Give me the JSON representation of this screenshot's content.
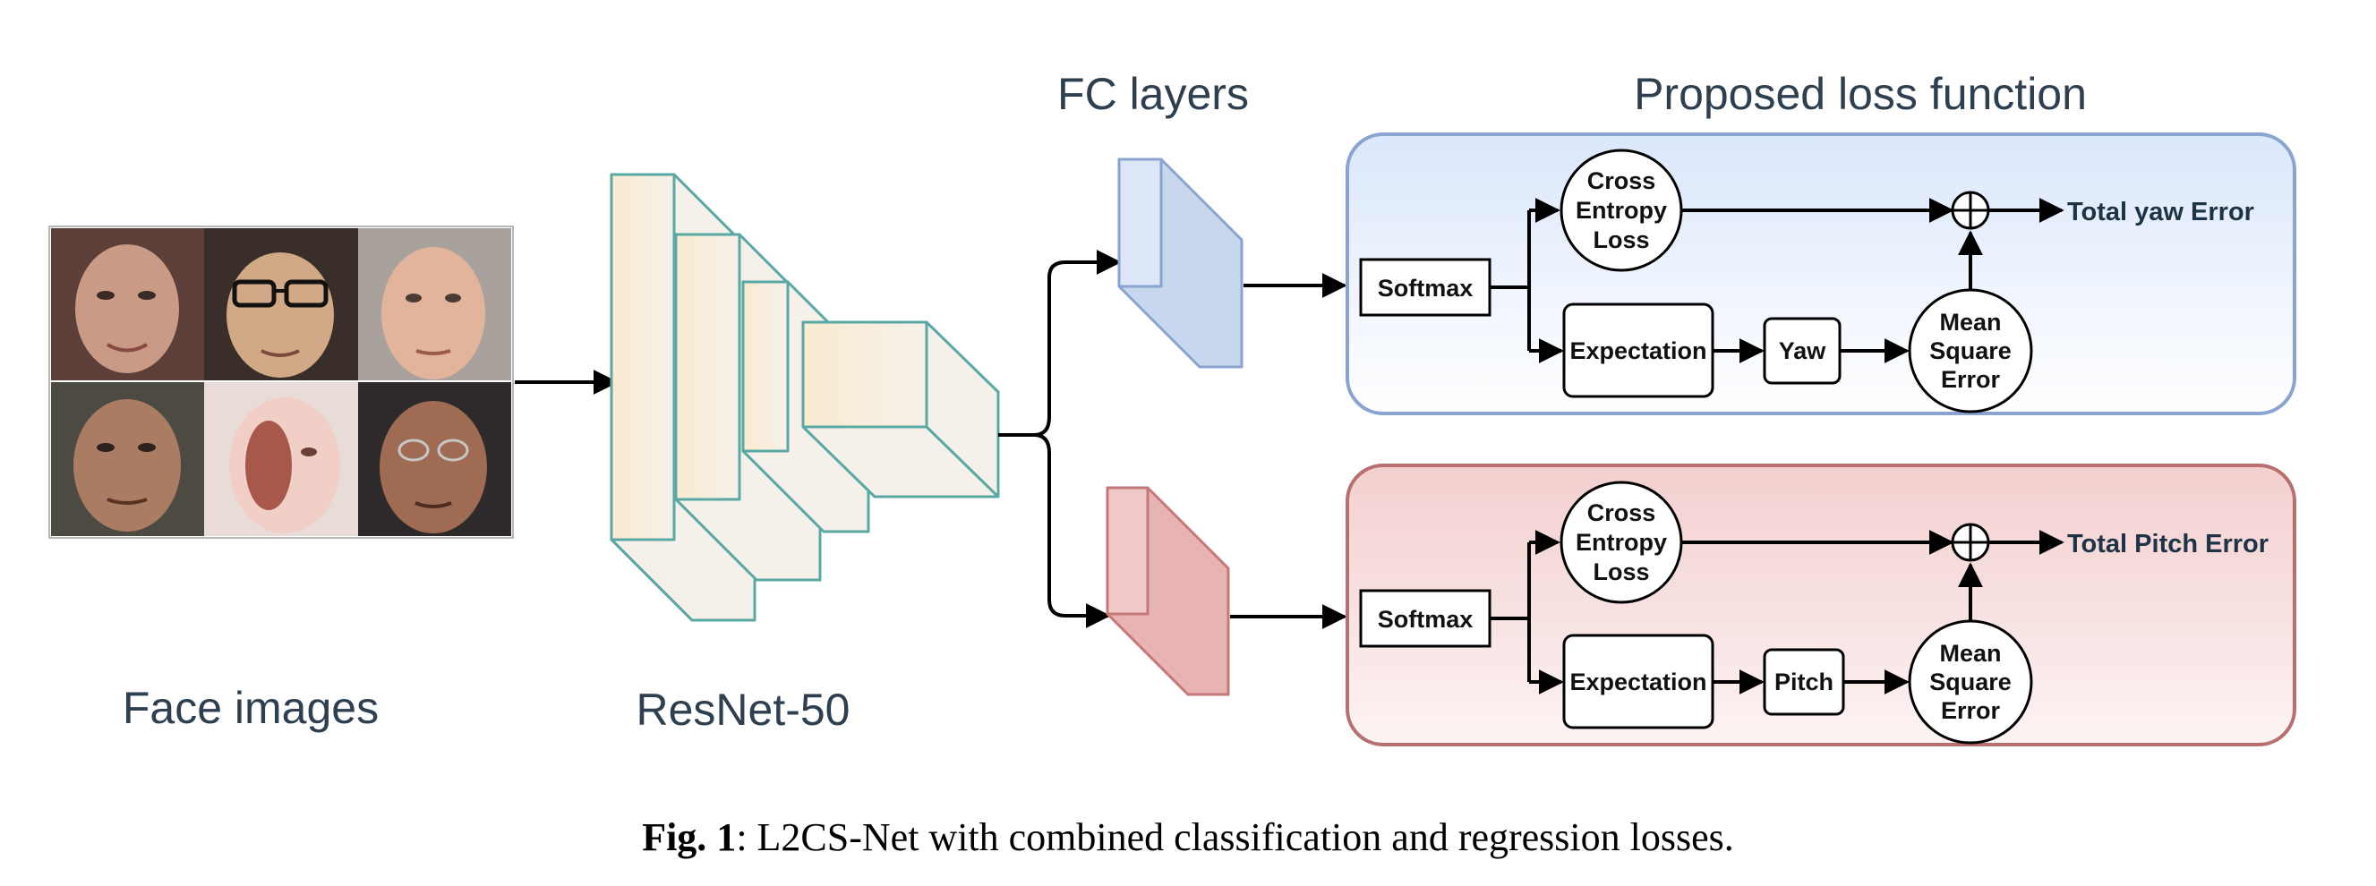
{
  "section_labels": {
    "face_images": "Face images",
    "backbone": "ResNet-50",
    "fc_layers": "FC layers",
    "loss": "Proposed loss function"
  },
  "yaw_branch": {
    "softmax": "Softmax",
    "ce_line1": "Cross",
    "ce_line2": "Entropy",
    "ce_line3": "Loss",
    "expectation": "Expectation",
    "angle": "Yaw",
    "mse_line1": "Mean",
    "mse_line2": "Square",
    "mse_line3": "Error",
    "output": "Total yaw Error"
  },
  "pitch_branch": {
    "softmax": "Softmax",
    "ce_line1": "Cross",
    "ce_line2": "Entropy",
    "ce_line3": "Loss",
    "expectation": "Expectation",
    "angle": "Pitch",
    "mse_line1": "Mean",
    "mse_line2": "Square",
    "mse_line3": "Error",
    "output": "Total Pitch Error"
  },
  "caption": {
    "label": "Fig. 1",
    "text": ": L2CS-Net with combined classification and regression losses."
  },
  "colors": {
    "yaw_panel": "#dce8fb",
    "pitch_panel": "#f4d3d3",
    "backbone_fill": "#fbeed7",
    "backbone_stroke": "#5aa8a3"
  }
}
